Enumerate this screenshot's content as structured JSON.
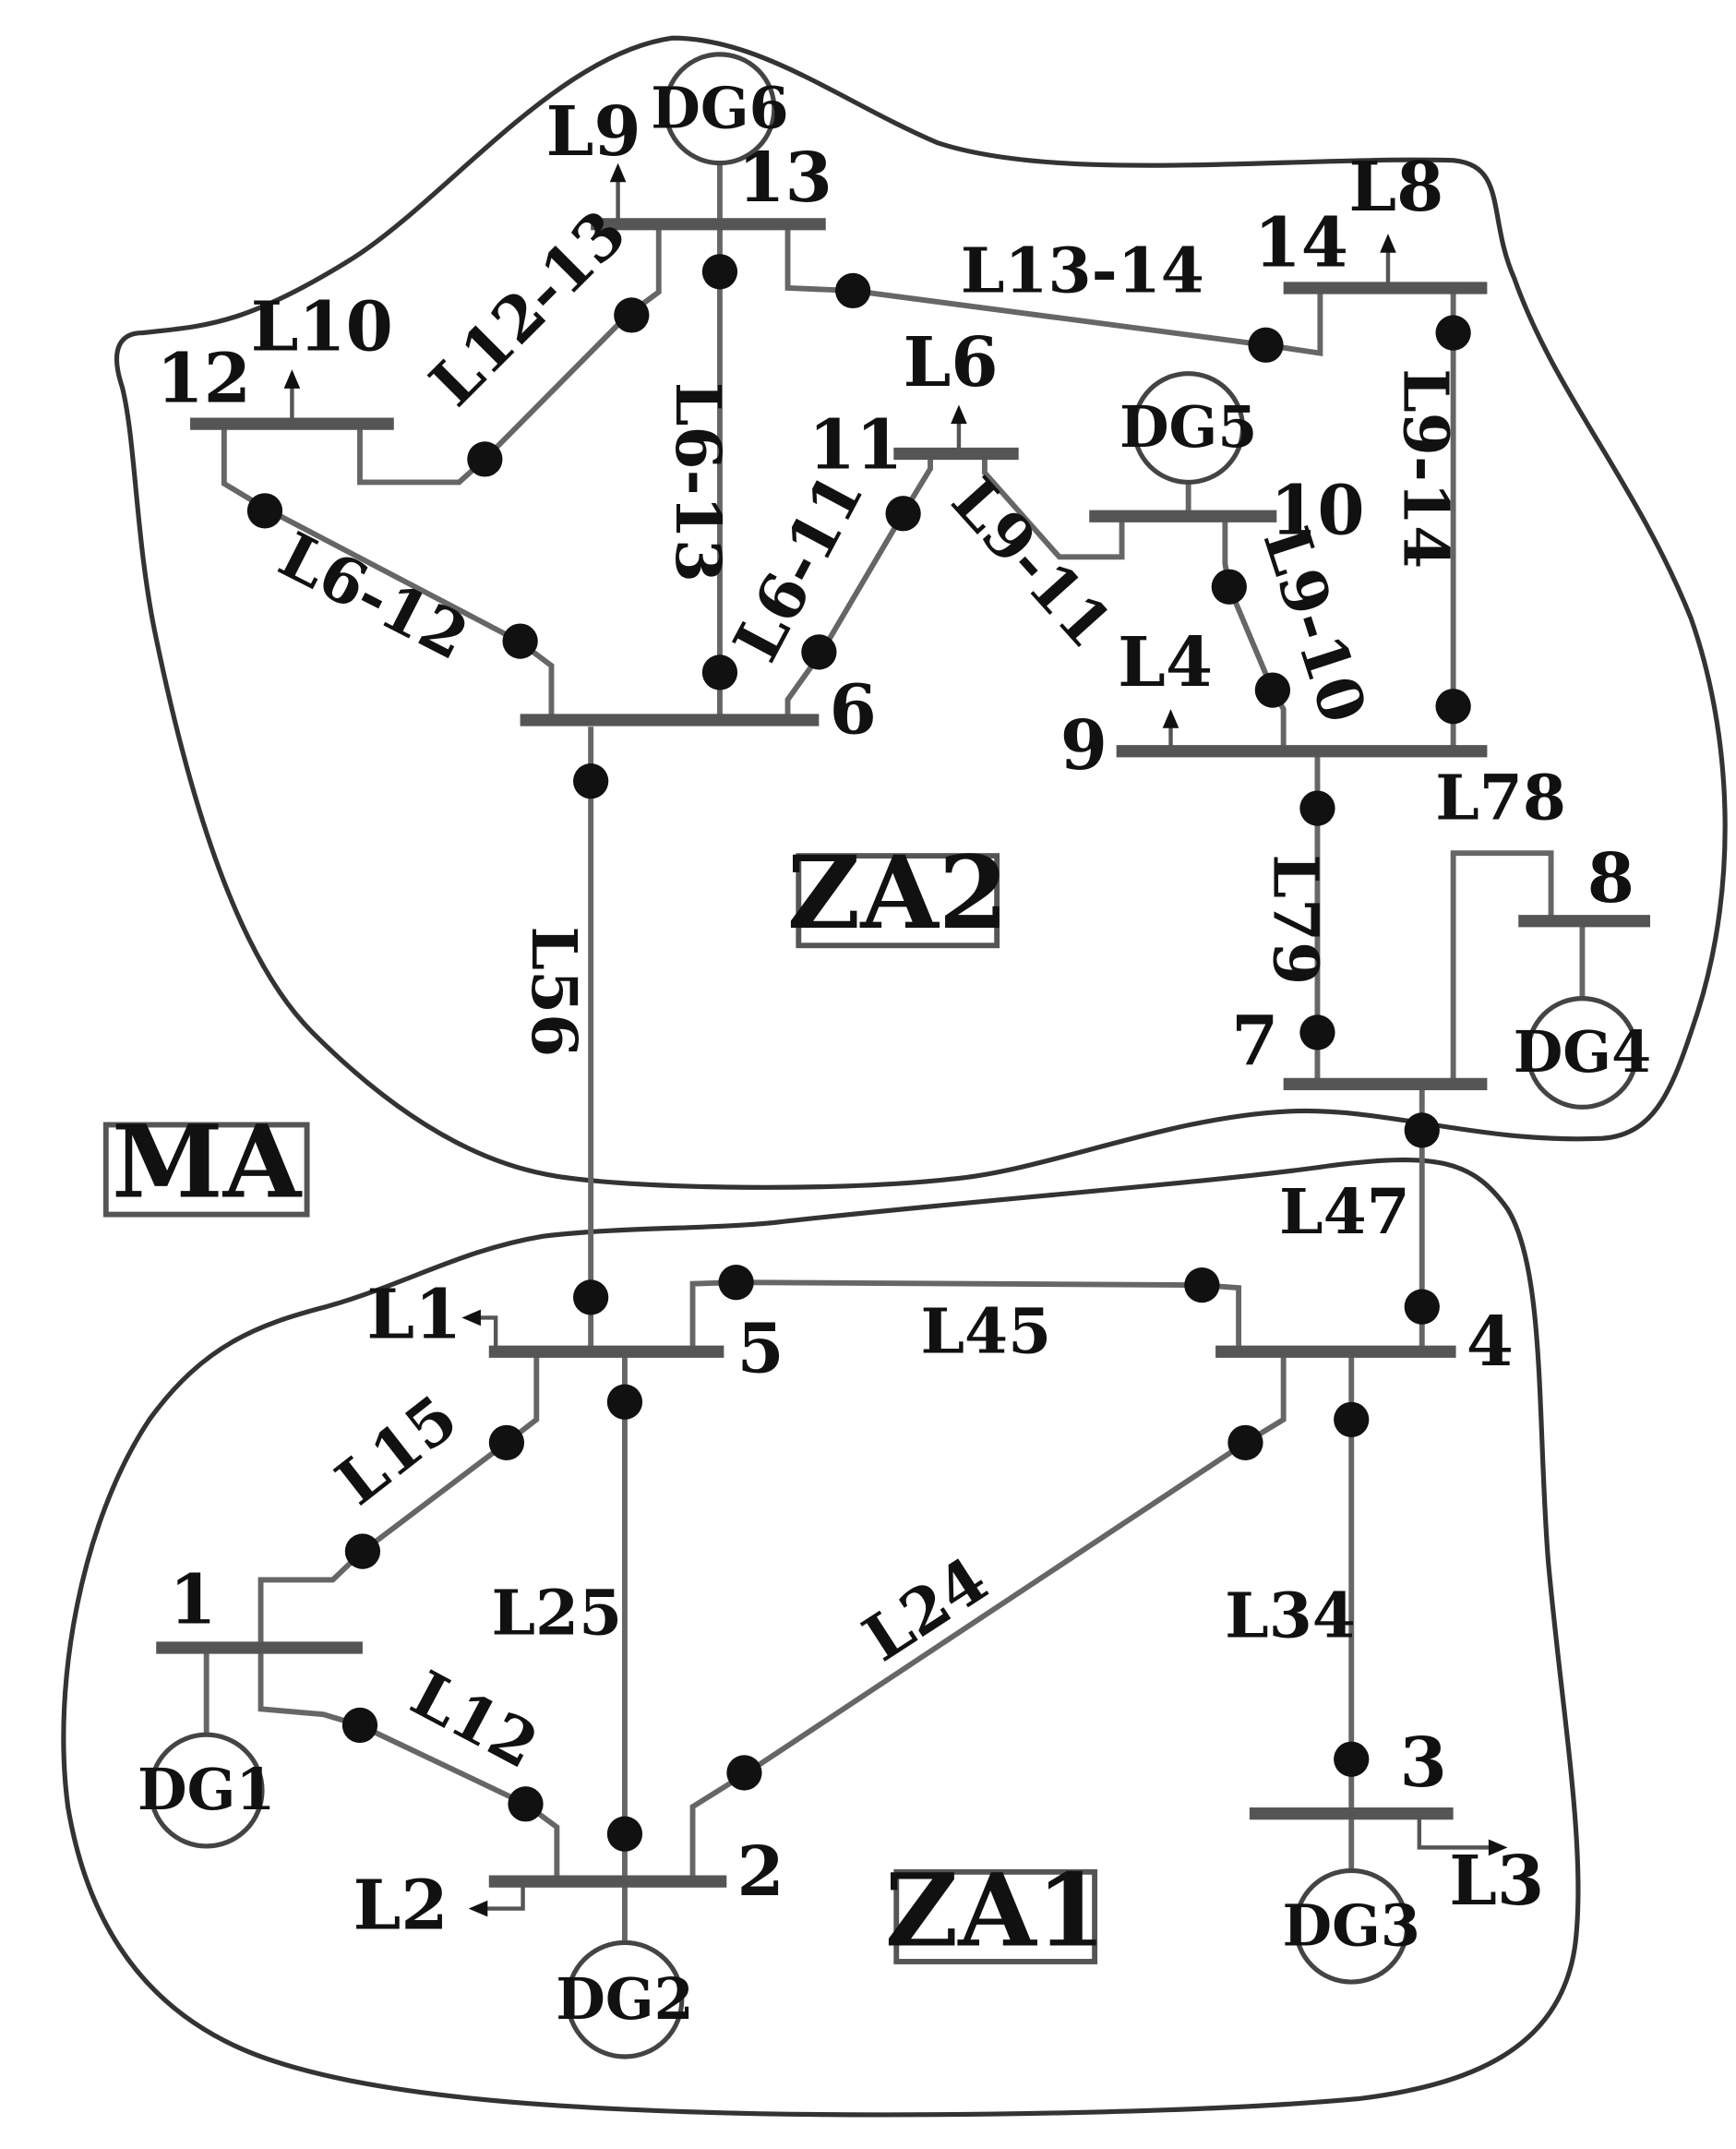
{
  "areas": {
    "ma": "MA",
    "za1": "ZA1",
    "za2": "ZA2"
  },
  "buses": {
    "b1": "1",
    "b2": "2",
    "b3": "3",
    "b4": "4",
    "b5": "5",
    "b6": "6",
    "b7": "7",
    "b8": "8",
    "b9": "9",
    "b10": "10",
    "b11": "11",
    "b12": "12",
    "b13": "13",
    "b14": "14"
  },
  "generators": {
    "dg1": "DG1",
    "dg2": "DG2",
    "dg3": "DG3",
    "dg4": "DG4",
    "dg5": "DG5",
    "dg6": "DG6"
  },
  "loads": {
    "l1": "L1",
    "l2": "L2",
    "l3": "L3",
    "l4": "L4",
    "l6": "L6",
    "l8": "L8",
    "l9": "L9",
    "l10": "L10"
  },
  "lines": {
    "l12": "L12",
    "l15": "L15",
    "l25": "L25",
    "l24": "L24",
    "l34": "L34",
    "l45": "L45",
    "l47": "L47",
    "l56": "L56",
    "l79": "L79",
    "l78": "L78",
    "l6_12": "L6-12",
    "l6_13": "L6-13",
    "l6_11": "L6-11",
    "l12_13": "L12-13",
    "l13_14": "L13-14",
    "l9_11": "L9-11",
    "l9_10": "L9-10",
    "l9_14": "L9-14"
  }
}
